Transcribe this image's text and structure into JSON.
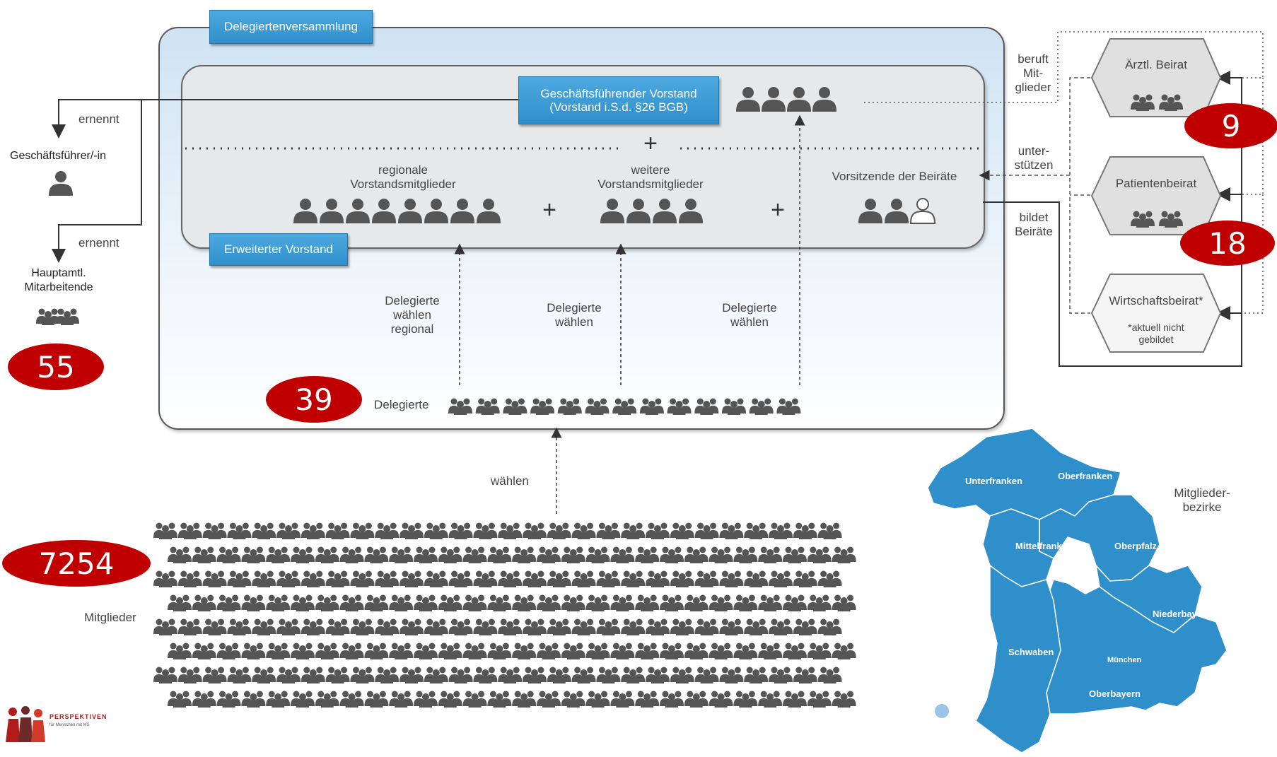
{
  "colors": {
    "accent": "#3a9ad9",
    "badge": "#c00000",
    "person": "#555555",
    "map": "#2f8fcb"
  },
  "delegiertenversammlung": "Delegiertenversammlung",
  "erweiterter_vorstand": "Erweiterter Vorstand",
  "gf_vorstand_line1": "Geschäftsführender Vorstand",
  "gf_vorstand_line2": "(Vorstand i.S.d. §26 BGB)",
  "regional_label_1": "regionale",
  "regional_label_2": "Vorstandsmitglieder",
  "weitere_label_1": "weitere",
  "weitere_label_2": "Vorstandsmitglieder",
  "vorsitzende_beiraete": "Vorsitzende der Beiräte",
  "plus": "+",
  "del_waehlen_regional_1": "Delegierte",
  "del_waehlen_regional_2": "wählen",
  "del_waehlen_regional_3": "regional",
  "del_waehlen_2_1": "Delegierte",
  "del_waehlen_2_2": "wählen",
  "del_waehlen_3_1": "Delegierte",
  "del_waehlen_3_2": "wählen",
  "delegierte": "Delegierte",
  "waehlen": "wählen",
  "mitglieder": "Mitglieder",
  "ernennt_1": "ernennt",
  "ernennt_2": "ernennt",
  "geschaeftsfuehrer": "Geschäftsführer/-in",
  "hauptamtl_1": "Hauptamtl.",
  "hauptamtl_2": "Mitarbeitende",
  "beruft_1": "beruft",
  "beruft_2": "Mit-",
  "beruft_3": "glieder",
  "unterstuetzen_1": "unter-",
  "unterstuetzen_2": "stützen",
  "bildet_1": "bildet",
  "bildet_2": "Beiräte",
  "beirat_aerztl": "Ärztl. Beirat",
  "beirat_patienten": "Patientenbeirat",
  "beirat_wirtschaft": "Wirtschaftsbeirat*",
  "beirat_note_1": "*aktuell nicht",
  "beirat_note_2": "gebildet",
  "badges": {
    "hauptamtl": "55",
    "delegierte": "39",
    "mitglieder": "7254",
    "aerztl": "9",
    "patienten": "18"
  },
  "bezirke_label_1": "Mitglieder-",
  "bezirke_label_2": "bezirke",
  "regions": {
    "unterfranken": "Unterfranken",
    "oberfranken": "Oberfranken",
    "mittelfranken": "Mittelfranken",
    "oberpfalz": "Oberpfalz",
    "niederbayern": "Niederbayern",
    "schwaben": "Schwaben",
    "muenchen": "München",
    "oberbayern": "Oberbayern"
  },
  "logo_text_1": "PERSPEKTIVEN",
  "logo_text_2": "für Menschen mit MS"
}
